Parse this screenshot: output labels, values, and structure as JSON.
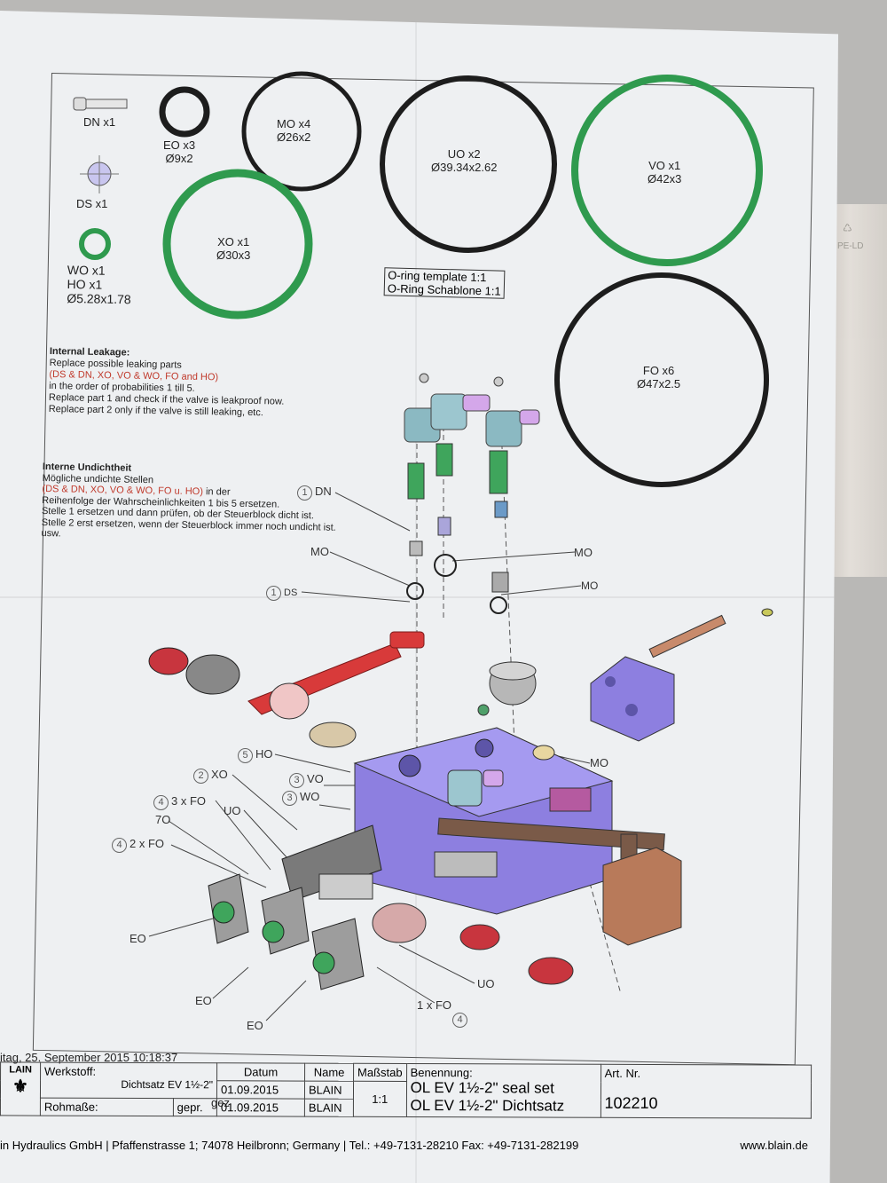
{
  "bag": {
    "recycle": "PE-LD"
  },
  "parts": {
    "dn": {
      "label": "DN x1"
    },
    "eo": {
      "label": "EO x3",
      "size": "Ø9x2"
    },
    "mo": {
      "label": "MO x4",
      "size": "Ø26x2"
    },
    "uo": {
      "label": "UO x2",
      "size": "Ø39.34x2.62"
    },
    "vo": {
      "label": "VO x1",
      "size": "Ø42x3"
    },
    "ds": {
      "label": "DS x1"
    },
    "xo": {
      "label": "XO x1",
      "size": "Ø30x3"
    },
    "wo": {
      "label": "WO x1",
      "label2": "HO x1",
      "size": "Ø5.28x1.78"
    },
    "fo": {
      "label": "FO x6",
      "size": "Ø47x2.5"
    }
  },
  "template": {
    "line1": "O-ring template 1:1",
    "line2": "O-Ring Schablone 1:1"
  },
  "leakage_en": {
    "title": "Internal Leakage:",
    "l1": "Replace possible leaking parts",
    "l2": "(DS & DN, XO, VO & WO, FO and HO)",
    "l3": "in the order of probabilities 1 till 5.",
    "l4": "Replace part 1 and check if the valve is leakproof now.",
    "l5": "Replace part 2 only if the valve is still leaking, etc."
  },
  "leakage_de": {
    "title": "Interne Undichtheit",
    "l1": "Mögliche undichte Stellen",
    "l2": "(DS & DN, XO, VO & WO, FO u. HO)",
    "l2b": "in der",
    "l3": "Reihenfolge der Wahrscheinlichkeiten 1 bis 5 ersetzen.",
    "l4": "Stelle 1 ersetzen und dann prüfen, ob der Steuerblock dicht ist.",
    "l5": "Stelle 2 erst ersetzen, wenn der Steuerblock immer noch undicht ist.",
    "l6": "usw."
  },
  "callouts": {
    "dn": {
      "num": "1",
      "text": "DN"
    },
    "ds": {
      "num": "1",
      "text": "DS"
    },
    "mo1": "MO",
    "mo2": "MO",
    "mo3": "MO",
    "mo4": "MO",
    "ho": {
      "num": "5",
      "text": "HO"
    },
    "xo": {
      "num": "2",
      "text": "XO"
    },
    "vo": {
      "num": "3",
      "text": "VO"
    },
    "wo": {
      "num": "3",
      "text": "WO"
    },
    "fo3": {
      "num": "4",
      "text": "3 x FO"
    },
    "uo1": "UO",
    "zo": "7O",
    "fo2": {
      "num": "4",
      "text": "2 x FO"
    },
    "eo1": "EO",
    "eo2": "EO",
    "eo3": "EO",
    "uo2": "UO",
    "fo1": {
      "num": "4",
      "text": "1 x FO"
    }
  },
  "stamp": "itag, 25. September 2015 10:18:37",
  "titleblock": {
    "logo": "LAIN",
    "werkstoff_label": "Werkstoff:",
    "werkstoff_value": "Dichtsatz EV 1½-2\"",
    "rohmasse_label": "Rohmaße:",
    "datum": "Datum",
    "name": "Name",
    "massstab": "Maßstab",
    "gez": "gez",
    "gepr": "gepr.",
    "date1": "01.09.2015",
    "date2": "01.09.2015",
    "name1": "BLAIN",
    "name2": "BLAIN",
    "scale": "1:1",
    "benennung_label": "Benennung:",
    "benennung1": "OL EV 1½-2\" seal set",
    "benennung2": "OL EV 1½-2\" Dichtsatz",
    "artnr_label": "Art. Nr.",
    "artnr": "102210"
  },
  "footer": {
    "company": "in Hydraulics GmbH | Pfaffenstrasse 1; 74078 Heilbronn; Germany | Tel.: +49-7131-28210 Fax: +49-7131-282199",
    "web": "www.blain.de"
  },
  "colors": {
    "green_ring": "#2f9a4e",
    "black_ring": "#1d1d1d",
    "body": "#8d7fe0",
    "lever": "#d83a3a",
    "cap": "#c8353e"
  }
}
